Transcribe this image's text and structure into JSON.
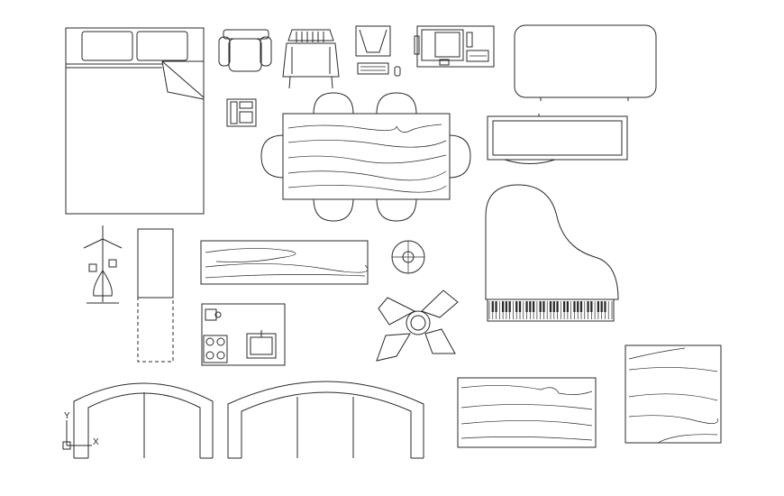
{
  "drawing": {
    "background": "#ffffff",
    "stroke_color": "#2a2a2a"
  },
  "ucs_icon": {
    "y_label": "Y",
    "x_label": "X"
  },
  "blocks": [
    "double-bed",
    "armchair-top",
    "wooden-chair",
    "computer-workstation",
    "computer-desk",
    "sofa-top",
    "telephone",
    "dining-table-six-chairs",
    "tv-cabinet",
    "floor-lamp",
    "wardrobe-door",
    "wood-plank",
    "round-stool",
    "grand-piano",
    "kitchen-counter",
    "potted-plant",
    "arched-garage-door-small",
    "arched-garage-door-large",
    "wood-panel-wide",
    "wood-panel-square"
  ]
}
